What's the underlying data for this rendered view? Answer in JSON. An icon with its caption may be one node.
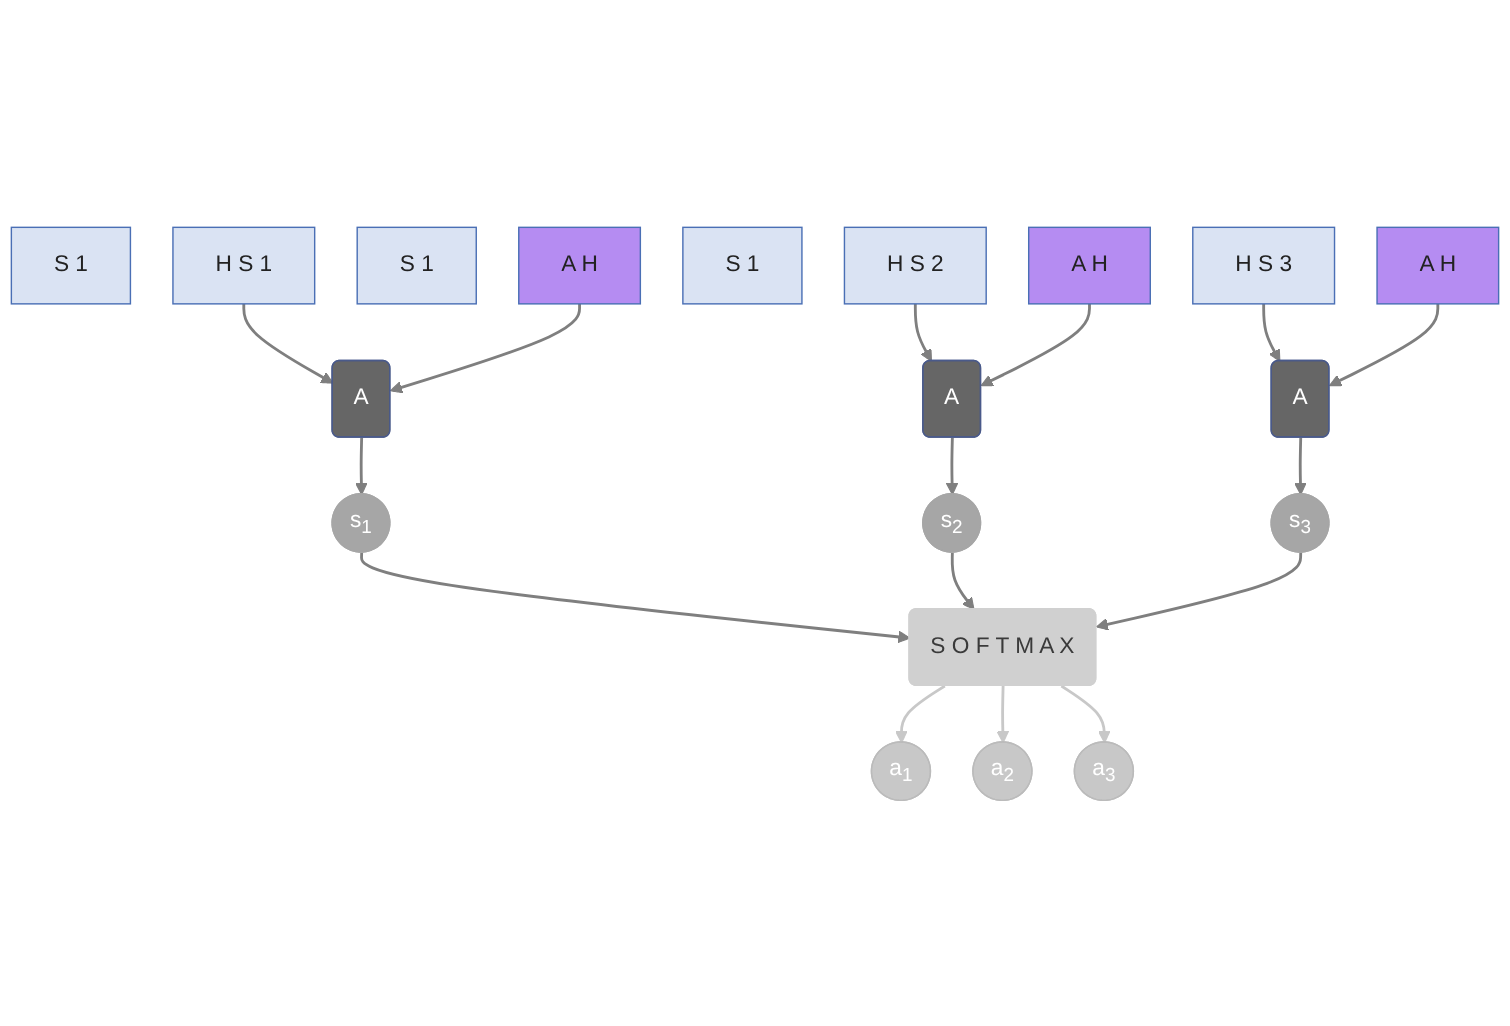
{
  "diagram": {
    "nodes": [
      {
        "text": [
          "S 1"
        ]
      },
      {
        "text": [
          "A H"
        ]
      },
      {
        "text": [
          "S 1"
        ]
      },
      {
        "text": [
          "A H"
        ]
      },
      {
        "text": [
          "S 1"
        ]
      },
      {
        "text": [
          "A H"
        ]
      },
      {
        "text": [
          "H S 1"
        ]
      },
      {
        "text": [
          "H S 2"
        ]
      },
      {
        "text": [
          "H S 3"
        ]
      },
      {
        "text": [
          "A"
        ]
      },
      {
        "text": [
          "A"
        ]
      },
      {
        "text": [
          "A"
        ]
      },
      {
        "text": [
          "s$_{1}$"
        ]
      },
      {
        "text": [
          "s$_{2}$"
        ]
      },
      {
        "text": [
          "s$_{3}$"
        ]
      },
      {
        "text": [
          "S O F T M A X"
        ]
      },
      {
        "text": [
          "a$_{1}$"
        ]
      },
      {
        "text": [
          "a$_{2}$"
        ]
      },
      {
        "text": [
          "a$_{3}$"
        ]
      }
    ],
    "edges": [
      {
        "from": 6,
        "to": 9,
        "arrow": "to"
      },
      {
        "from": 1,
        "to": 9,
        "arrow": "to"
      },
      {
        "from": 7,
        "to": 10,
        "arrow": "to"
      },
      {
        "from": 3,
        "to": 10,
        "arrow": "to"
      },
      {
        "from": 8,
        "to": 11,
        "arrow": "to"
      },
      {
        "from": 5,
        "to": 11,
        "arrow": "to"
      },
      {
        "from": 9,
        "to": 12,
        "arrow": "to"
      },
      {
        "from": 10,
        "to": 13,
        "arrow": "to"
      },
      {
        "from": 11,
        "to": 14,
        "arrow": "to"
      },
      {
        "from": 12,
        "to": 15,
        "arrow": "to"
      },
      {
        "from": 13,
        "to": 15,
        "arrow": "to"
      },
      {
        "from": 14,
        "to": 15,
        "arrow": "to"
      },
      {
        "from": 15,
        "to": 16,
        "arrow": "to",
        "color": "#c8c8c8"
      },
      {
        "from": 15,
        "to": 17,
        "arrow": "to",
        "color": "#c8c8c8"
      },
      {
        "from": 15,
        "to": 18,
        "arrow": "to",
        "color": "#c8c8c8"
      }
    ]
  }
}
